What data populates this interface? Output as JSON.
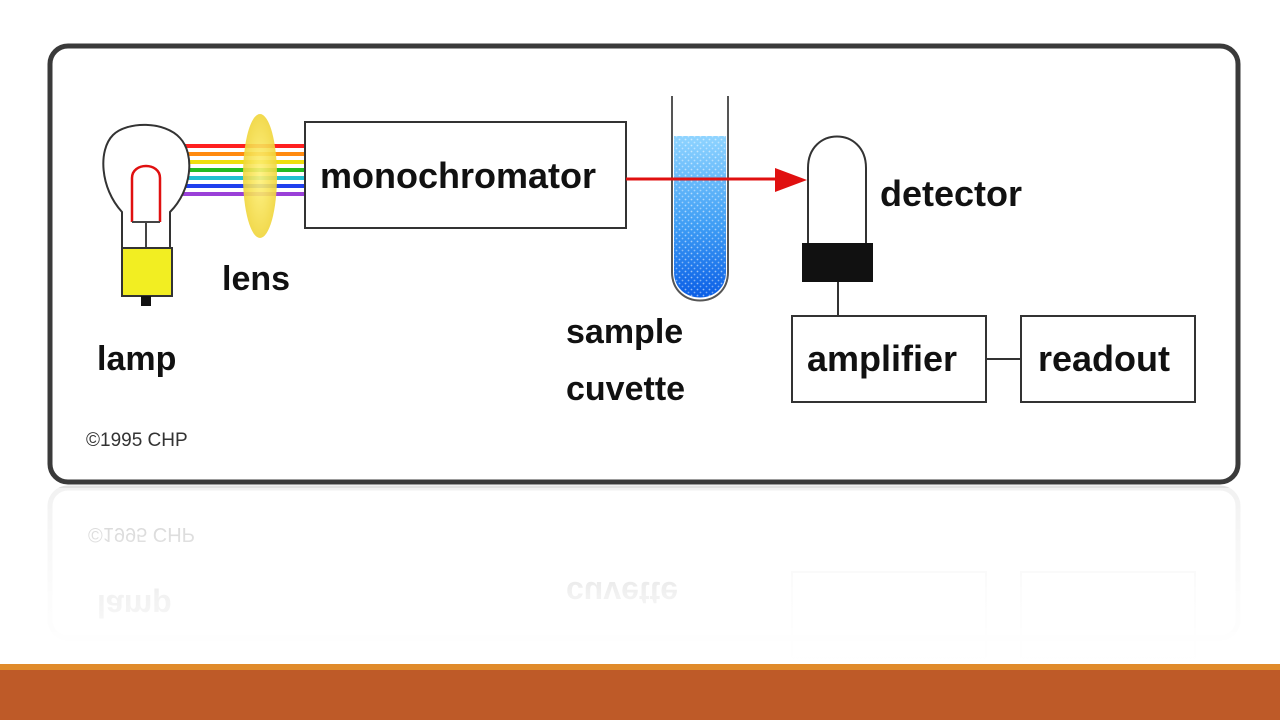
{
  "labels": {
    "lamp": "lamp",
    "lens": "lens",
    "monochromator": "monochromator",
    "sample_line1": "sample",
    "sample_line2": "cuvette",
    "detector": "detector",
    "amplifier": "amplifier",
    "readout": "readout",
    "copyright": "©1995 CHP"
  },
  "colors": {
    "frame_border": "#3a3a3a",
    "bottom_bar": "#be5a28",
    "bottom_bar_top": "#e08a2a",
    "beam": "#e01010",
    "bulb_base": "#f2ee22",
    "lens": "#f4e24a",
    "cuvette_liquid": "#1a7cf0",
    "detector_cap": "#111111",
    "spectrum": [
      "#ff2020",
      "#ff8a10",
      "#eede10",
      "#22bb22",
      "#20c0d0",
      "#2040ee",
      "#9a40d8"
    ]
  }
}
